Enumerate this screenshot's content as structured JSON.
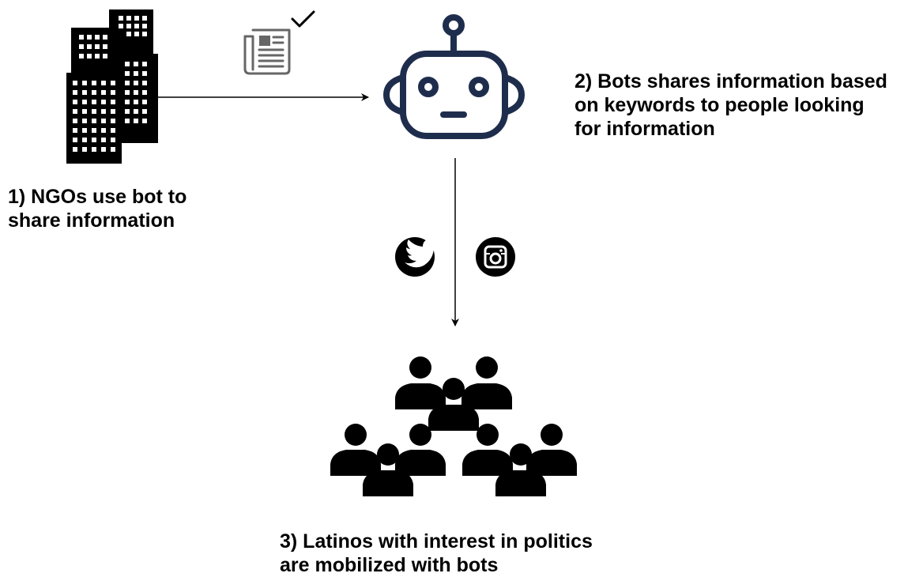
{
  "steps": [
    {
      "lines": [
        "1) NGOs use bot to",
        "share information"
      ]
    },
    {
      "lines": [
        "2) Bots shares information based",
        "on keywords to people looking",
        "for information"
      ]
    },
    {
      "lines": [
        "3) Latinos with interest in politics",
        "are mobilized with bots"
      ]
    }
  ],
  "icons": {
    "ngo": "office-buildings-icon",
    "document": "newspaper-document-icon",
    "check": "checkmark-icon",
    "bot": "robot-icon",
    "channel_a": "twitter-icon",
    "channel_b": "instagram-icon",
    "audience": "people-group-icon"
  },
  "colors": {
    "robot": "#1f2d4d",
    "icon": "#000000",
    "document": "#666666",
    "arrow": "#000000"
  }
}
